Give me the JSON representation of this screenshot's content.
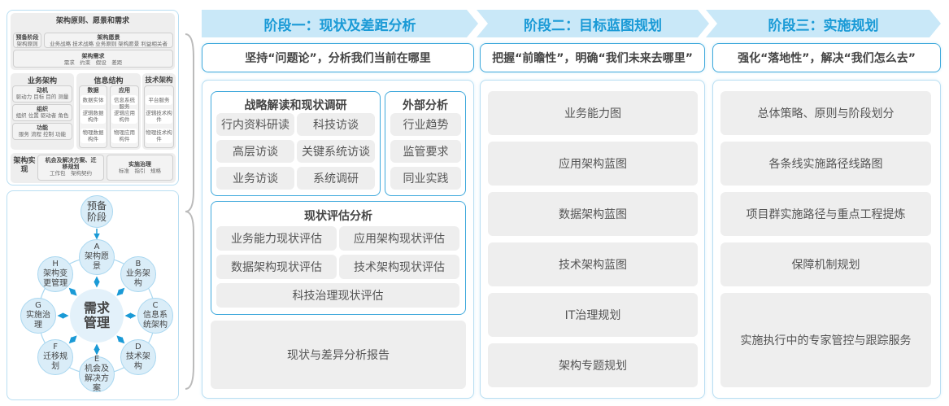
{
  "left_top": {
    "title": "架构原则、愿景和需求",
    "prelim": {
      "title": "预备阶段",
      "items": "架构原则"
    },
    "vision": {
      "title": "架构愿景",
      "items": "业务战略 技术战略 业务原则 架构愿景 利益相关者"
    },
    "requirements": {
      "title": "架构需求",
      "items": "需求　约束　假设　差距"
    },
    "business": {
      "title": "业务架构",
      "boxes": [
        {
          "title": "动机",
          "items": "驱动力 目标 目的 测量"
        },
        {
          "title": "组织",
          "items": "组织 位置 驱动者 角色"
        },
        {
          "title": "功能",
          "items": "服务 流程 控制 功能"
        }
      ]
    },
    "info": {
      "title": "信息结构",
      "data": {
        "title": "数据",
        "items": [
          "数据实体",
          "逻辑数据构件",
          "物理数据构件"
        ]
      },
      "app": {
        "title": "应用",
        "items": [
          "信息系统服务",
          "逻辑应用构件",
          "物理应用构件"
        ]
      }
    },
    "tech": {
      "title": "技术架构",
      "items": [
        "平台服务",
        "逻辑技术构件",
        "物理技术构件"
      ]
    },
    "impl": {
      "title": "架构实现",
      "opp": {
        "title": "机会及解决方案、迁移规划",
        "items": "工作包　架构契约"
      },
      "gov": {
        "title": "实施治理",
        "items": "标准　指引　规格"
      }
    }
  },
  "cycle": {
    "center": "需求管理",
    "prelim": "预备阶段",
    "phases": [
      {
        "letter": "A",
        "label": "架构愿景"
      },
      {
        "letter": "B",
        "label": "业务架构"
      },
      {
        "letter": "C",
        "label": "信息系统架构"
      },
      {
        "letter": "D",
        "label": "技术架构"
      },
      {
        "letter": "E",
        "label": "机会及解决方案"
      },
      {
        "letter": "F",
        "label": "迁移规划"
      },
      {
        "letter": "G",
        "label": "实施治理"
      },
      {
        "letter": "H",
        "label": "架构变更管理"
      }
    ],
    "accent": "#1a9ad6"
  },
  "stages": [
    {
      "title": "阶段一：现状及差距分析",
      "subtitle": "坚持“问题论”，分析我们当前在哪里"
    },
    {
      "title": "阶段二：目标蓝图规划",
      "subtitle": "把握“前瞻性”，明确“我们未来去哪里”"
    },
    {
      "title": "阶段三：实施规划",
      "subtitle": "强化“落地性”，解决“我们怎么去”"
    }
  ],
  "stage1": {
    "research": {
      "title": "战略解读和现状调研",
      "items": [
        "行内资料研读",
        "科技访谈",
        "高层访谈",
        "关键系统访谈",
        "业务访谈",
        "系统调研"
      ]
    },
    "external": {
      "title": "外部分析",
      "items": [
        "行业趋势",
        "监管要求",
        "同业实践"
      ]
    },
    "assessment": {
      "title": "现状评估分析",
      "items": [
        "业务能力现状评估",
        "应用架构现状评估",
        "数据架构现状评估",
        "技术架构现状评估",
        "科技治理现状评估"
      ]
    },
    "report": "现状与差异分析报告"
  },
  "stage2": {
    "items": [
      "业务能力图",
      "应用架构蓝图",
      "数据架构蓝图",
      "技术架构蓝图",
      "IT治理规划",
      "架构专题规划"
    ]
  },
  "stage3": {
    "items": [
      "总体策略、原则与阶段划分",
      "各条线实施路径线路图",
      "项目群实施路径与重点工程提炼",
      "保障机制规划",
      "实施执行中的专家管控与跟踪服务"
    ]
  },
  "colors": {
    "header_bg": "#c9e8f8",
    "header_text": "#1a9ad6",
    "border": "#3fa9dc",
    "item_bg": "#eeeeee"
  }
}
